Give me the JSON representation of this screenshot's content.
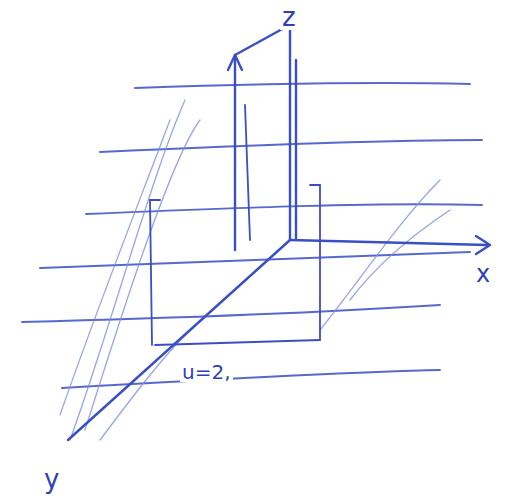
{
  "diagram": {
    "labels": [
      "z",
      "x",
      "y",
      "u=2,"
    ]
  }
}
